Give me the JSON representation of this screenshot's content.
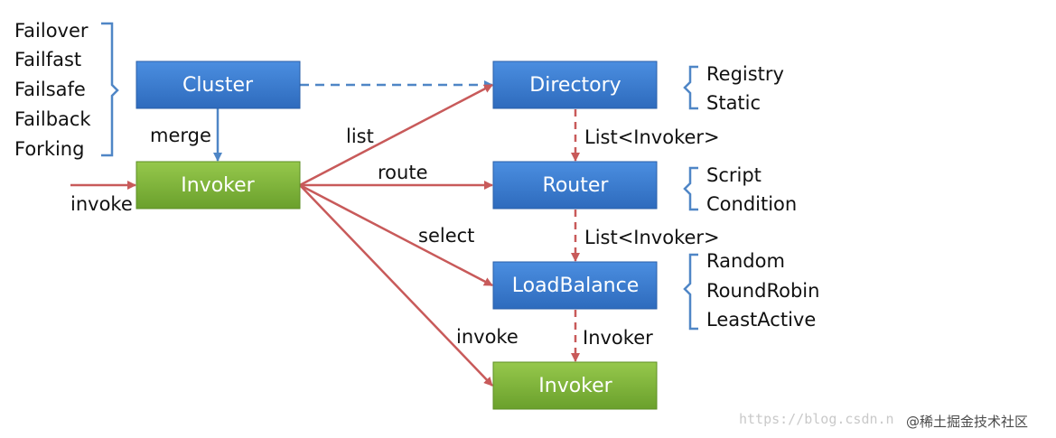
{
  "colors": {
    "blue_node": "#3f7fcf",
    "green_node": "#7fb23a",
    "red_arrow": "#c85a5a",
    "blue_arrow": "#4f86c6",
    "bracket": "#4f86c6"
  },
  "nodes": {
    "cluster": "Cluster",
    "invoker_main": "Invoker",
    "directory": "Directory",
    "router": "Router",
    "loadbalance": "LoadBalance",
    "invoker_target": "Invoker"
  },
  "cluster_strategies": [
    "Failover",
    "Failfast",
    "Failsafe",
    "Failback",
    "Forking"
  ],
  "directory_types": [
    "Registry",
    "Static"
  ],
  "router_types": [
    "Script",
    "Condition"
  ],
  "loadbalance_types": [
    "Random",
    "RoundRobin",
    "LeastActive"
  ],
  "edge_labels": {
    "merge": "merge",
    "invoke_in": "invoke",
    "list": "list",
    "route": "route",
    "select": "select",
    "invoke_out": "invoke",
    "dir_to_router": "List<Invoker>",
    "router_to_lb": "List<Invoker>",
    "lb_to_invoker": "Invoker"
  },
  "watermark": {
    "url": "https://blog.csdn.n",
    "brand": "@稀土掘金技术社区"
  }
}
